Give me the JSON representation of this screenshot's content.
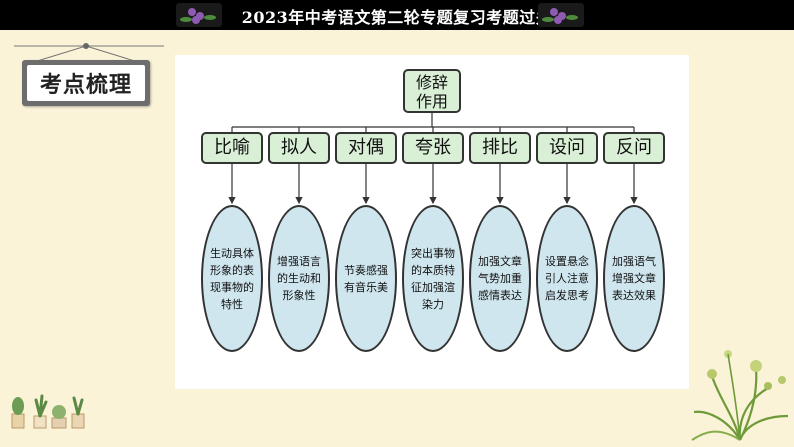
{
  "header": {
    "title": "2023年中考语文第二轮专题复习考题过关"
  },
  "badge": {
    "label": "考点梳理"
  },
  "diagram": {
    "root": "修辞\n作用",
    "categories": [
      "比喻",
      "拟人",
      "对偶",
      "夸张",
      "排比",
      "设问",
      "反问"
    ],
    "descriptions": [
      "生动具体\n形象的表\n现事物的\n特性",
      "增强语言\n的生动和\n形象性",
      "节奏感强\n有音乐美",
      "突出事物\n的本质特\n征加强渲\n染力",
      "加强文章\n气势加重\n感情表达",
      "设置悬念\n引人注意\n启发思考",
      "加强语气\n增强文章\n表达效果"
    ]
  },
  "colors": {
    "box_fill": "#d9efd6",
    "ellipse_fill": "#cfe6ef",
    "background": "#fbf3d8"
  }
}
